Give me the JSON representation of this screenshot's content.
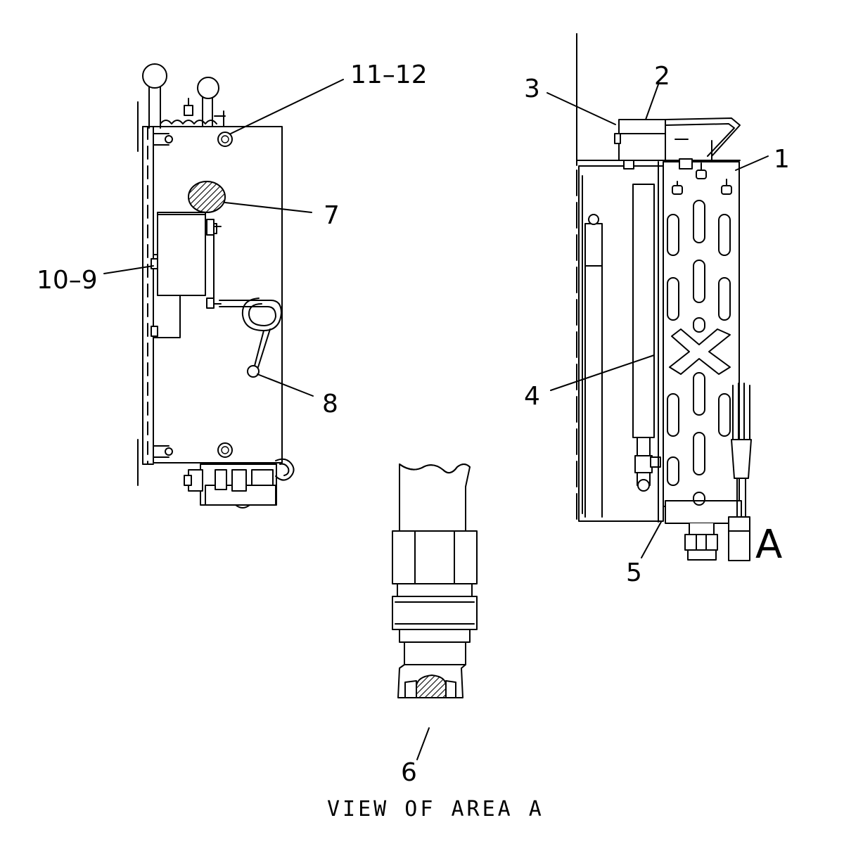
{
  "callouts": {
    "c1": "1",
    "c2": "2",
    "c3": "3",
    "c4": "4",
    "c5": "5",
    "c6": "6",
    "c7": "7",
    "c8": "8",
    "c10_9": "10–9",
    "c11_12": "11–12"
  },
  "view_marker": "A",
  "caption": "VIEW OF AREA A",
  "colors": {
    "ink": "#000000",
    "paper": "#ffffff"
  }
}
